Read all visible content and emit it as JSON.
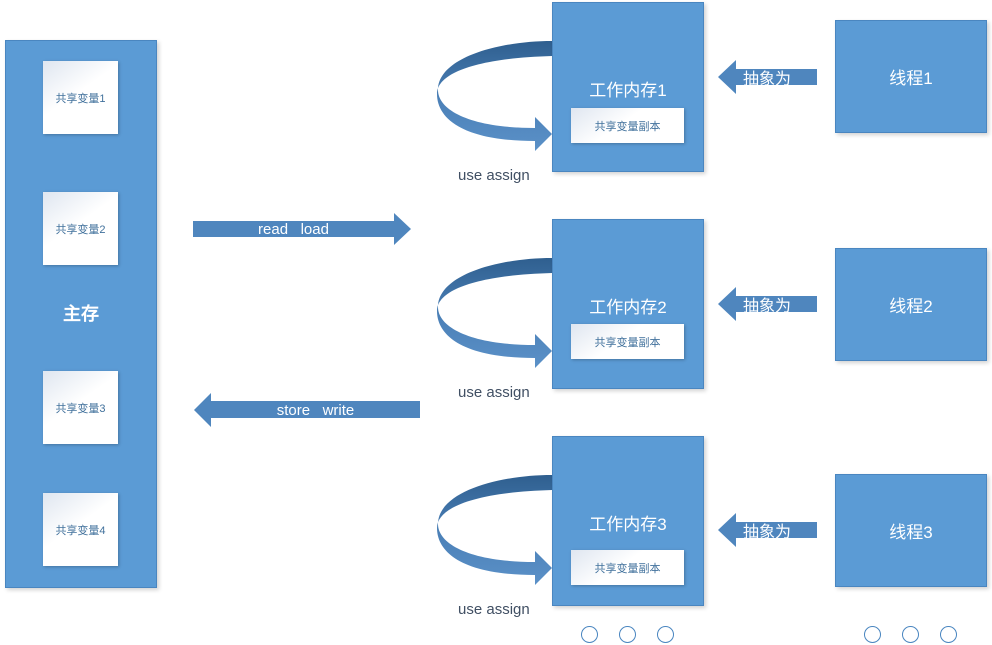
{
  "main_memory": {
    "label": "主存",
    "variables": [
      "共享变量1",
      "共享变量2",
      "共享变量3",
      "共享变量4"
    ]
  },
  "flows": {
    "read_load": "read   load",
    "store_write": "store   write"
  },
  "working_memories": [
    {
      "title": "工作内存1",
      "copy_label": "共享变量副本",
      "cycle_label": "use assign"
    },
    {
      "title": "工作内存2",
      "copy_label": "共享变量副本",
      "cycle_label": "use assign"
    },
    {
      "title": "工作内存3",
      "copy_label": "共享变量副本",
      "cycle_label": "use assign"
    }
  ],
  "threads": [
    {
      "label": "线程1",
      "relation": "抽象为"
    },
    {
      "label": "线程2",
      "relation": "抽象为"
    },
    {
      "label": "线程3",
      "relation": "抽象为"
    }
  ],
  "colors": {
    "box_fill": "#5b9bd5",
    "arrow_fill": "#4f86be",
    "text_dark": "#404f63"
  }
}
